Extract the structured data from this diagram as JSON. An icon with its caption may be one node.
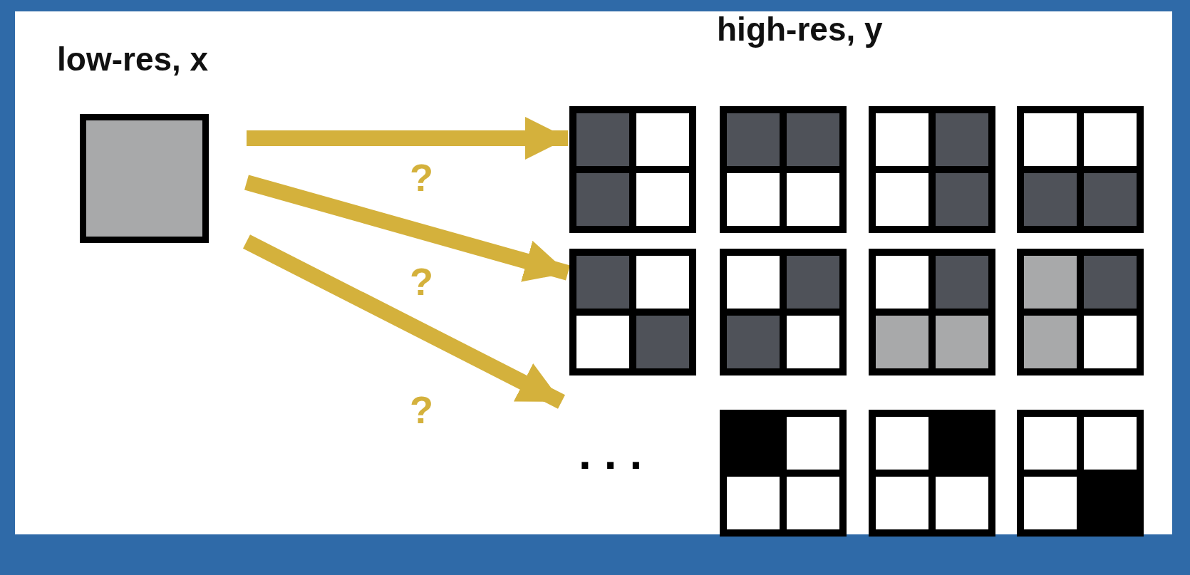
{
  "diagram": {
    "nodes": [
      {
        "text": [
          "low-res, x"
        ]
      },
      {
        "text": [
          "high-res, y"
        ]
      },
      {
        "text": [],
        "shape": "box",
        "in": 1
      },
      {
        "text": [],
        "shape": "box",
        "in": 1
      },
      {
        "text": [],
        "shape": "box",
        "in": 1
      },
      {
        "text": [],
        "shape": "box",
        "in": 1
      },
      {
        "text": [],
        "shape": "box",
        "in": 1
      },
      {
        "text": [],
        "shape": "box",
        "in": 1
      },
      {
        "text": [],
        "shape": "box",
        "in": 1
      },
      {
        "text": [],
        "shape": "box",
        "in": 1
      },
      {
        "text": [],
        "shape": "box",
        "in": 1
      },
      {
        "text": [],
        "shape": "box",
        "in": 1
      },
      {
        "text": [],
        "shape": "box",
        "in": 1
      }
    ],
    "edges": [
      {
        "from": 0,
        "to": 2,
        "arrow": "to",
        "label": "?"
      },
      {
        "from": 0,
        "to": 6,
        "arrow": "to",
        "label": "?"
      },
      {
        "from": 0,
        "to": 1,
        "arrow": "to",
        "label": "?"
      }
    ],
    "labels": [
      "..."
    ]
  }
}
